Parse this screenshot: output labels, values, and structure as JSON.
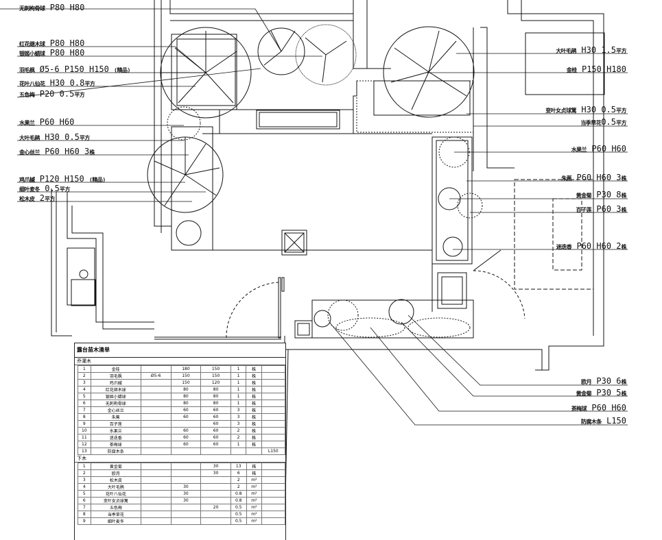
{
  "left_labels": [
    {
      "prefix": "无刺枸骨球",
      "main": "P80 H80"
    },
    {
      "prefix": "红花继木球",
      "main": "P80 H80"
    },
    {
      "prefix": "银姬小蜡球",
      "main": "P80 H80"
    },
    {
      "prefix": "羽毛枫",
      "main": "Ø5-6 P150 H150",
      "suffix": "(精品)"
    },
    {
      "prefix": "花叶八仙花",
      "main": "H30 0.8",
      "suffix": "平方"
    },
    {
      "prefix": "五色梅",
      "main": "P20 0.5",
      "suffix": "平方"
    },
    {
      "prefix": "水果兰",
      "main": "P60 H60"
    },
    {
      "prefix": "大叶毛鹃",
      "main": "H30 0.5",
      "suffix": "平方"
    },
    {
      "prefix": "金心丝兰",
      "main": "P60 H60 3",
      "suffix": "株"
    },
    {
      "prefix": "鸡爪槭",
      "main": "P120 H150",
      "suffix": "(精品)"
    },
    {
      "prefix": "细叶麦冬",
      "main": "0.5",
      "suffix": "平方"
    },
    {
      "prefix": "松木皮",
      "main": "2",
      "suffix": "平方"
    }
  ],
  "right_labels": [
    {
      "prefix": "大叶毛鹃",
      "main": "H30 1.5",
      "suffix": "平方"
    },
    {
      "prefix": "金桂",
      "main": "P150 H180"
    },
    {
      "prefix": "变叶女贞球篱",
      "main": "H30 0.5",
      "suffix": "平方"
    },
    {
      "prefix": "当季草花",
      "main": "0.5",
      "suffix": "平方"
    },
    {
      "prefix": "水果兰",
      "main": "P60 H60"
    },
    {
      "prefix": "朱蕉",
      "main": "P60 H60 3",
      "suffix": "株"
    },
    {
      "prefix": "黄金菊",
      "main": "P30 8",
      "suffix": "株"
    },
    {
      "prefix": "百子莲",
      "main": "P60 3",
      "suffix": "株"
    },
    {
      "prefix": "迷迭香",
      "main": "P60 H60 2",
      "suffix": "株"
    }
  ],
  "bottom_labels": [
    {
      "prefix": "欧月",
      "main": "P30 6",
      "suffix": "株"
    },
    {
      "prefix": "黄金菊",
      "main": "P30 5",
      "suffix": "株"
    },
    {
      "prefix": "茶梅球",
      "main": "P60 H60"
    },
    {
      "prefix": "防腐木条",
      "main": "L150"
    }
  ],
  "table": {
    "title": "露台苗木清单",
    "section_trees": "乔灌木",
    "section_ground": "下木",
    "trees": [
      [
        "1",
        "金桂",
        "",
        "180",
        "150",
        "1",
        "株",
        ""
      ],
      [
        "2",
        "羽毛枫",
        "Ø5-6",
        "150",
        "150",
        "1",
        "株",
        ""
      ],
      [
        "3",
        "鸡爪槭",
        "",
        "150",
        "120",
        "1",
        "株",
        ""
      ],
      [
        "4",
        "红花继木球",
        "",
        "80",
        "80",
        "1",
        "株",
        ""
      ],
      [
        "5",
        "银姬小蜡球",
        "",
        "80",
        "80",
        "1",
        "株",
        ""
      ],
      [
        "6",
        "无刺枸骨球",
        "",
        "80",
        "80",
        "1",
        "株",
        ""
      ],
      [
        "7",
        "金心丝兰",
        "",
        "60",
        "60",
        "3",
        "株",
        ""
      ],
      [
        "8",
        "朱蕉",
        "",
        "60",
        "60",
        "3",
        "株",
        ""
      ],
      [
        "9",
        "百子莲",
        "",
        "",
        "60",
        "3",
        "株",
        ""
      ],
      [
        "10",
        "水果兰",
        "",
        "60",
        "60",
        "2",
        "株",
        ""
      ],
      [
        "11",
        "迷迭香",
        "",
        "60",
        "60",
        "2",
        "株",
        ""
      ],
      [
        "12",
        "茶梅球",
        "",
        "60",
        "60",
        "1",
        "株",
        ""
      ],
      [
        "13",
        "防腐木条",
        "",
        "",
        "",
        "",
        "",
        "L150"
      ]
    ],
    "ground": [
      [
        "1",
        "黄金菊",
        "",
        "",
        "30",
        "13",
        "株",
        ""
      ],
      [
        "2",
        "欧月",
        "",
        "",
        "30",
        "6",
        "株",
        ""
      ],
      [
        "3",
        "松木皮",
        "",
        "",
        "",
        "2",
        "m²",
        ""
      ],
      [
        "4",
        "大叶毛鹃",
        "",
        "30",
        "",
        "2",
        "m²",
        ""
      ],
      [
        "5",
        "花叶八仙花",
        "",
        "30",
        "",
        "0.8",
        "m²",
        ""
      ],
      [
        "6",
        "变叶女贞球篱",
        "",
        "30",
        "",
        "0.8",
        "m²",
        ""
      ],
      [
        "7",
        "五色梅",
        "",
        "",
        "20",
        "0.5",
        "m²",
        ""
      ],
      [
        "8",
        "当季草花",
        "",
        "",
        "",
        "0.5",
        "m²",
        ""
      ],
      [
        "9",
        "细叶麦冬",
        "",
        "",
        "",
        "0.5",
        "m²",
        ""
      ]
    ]
  }
}
